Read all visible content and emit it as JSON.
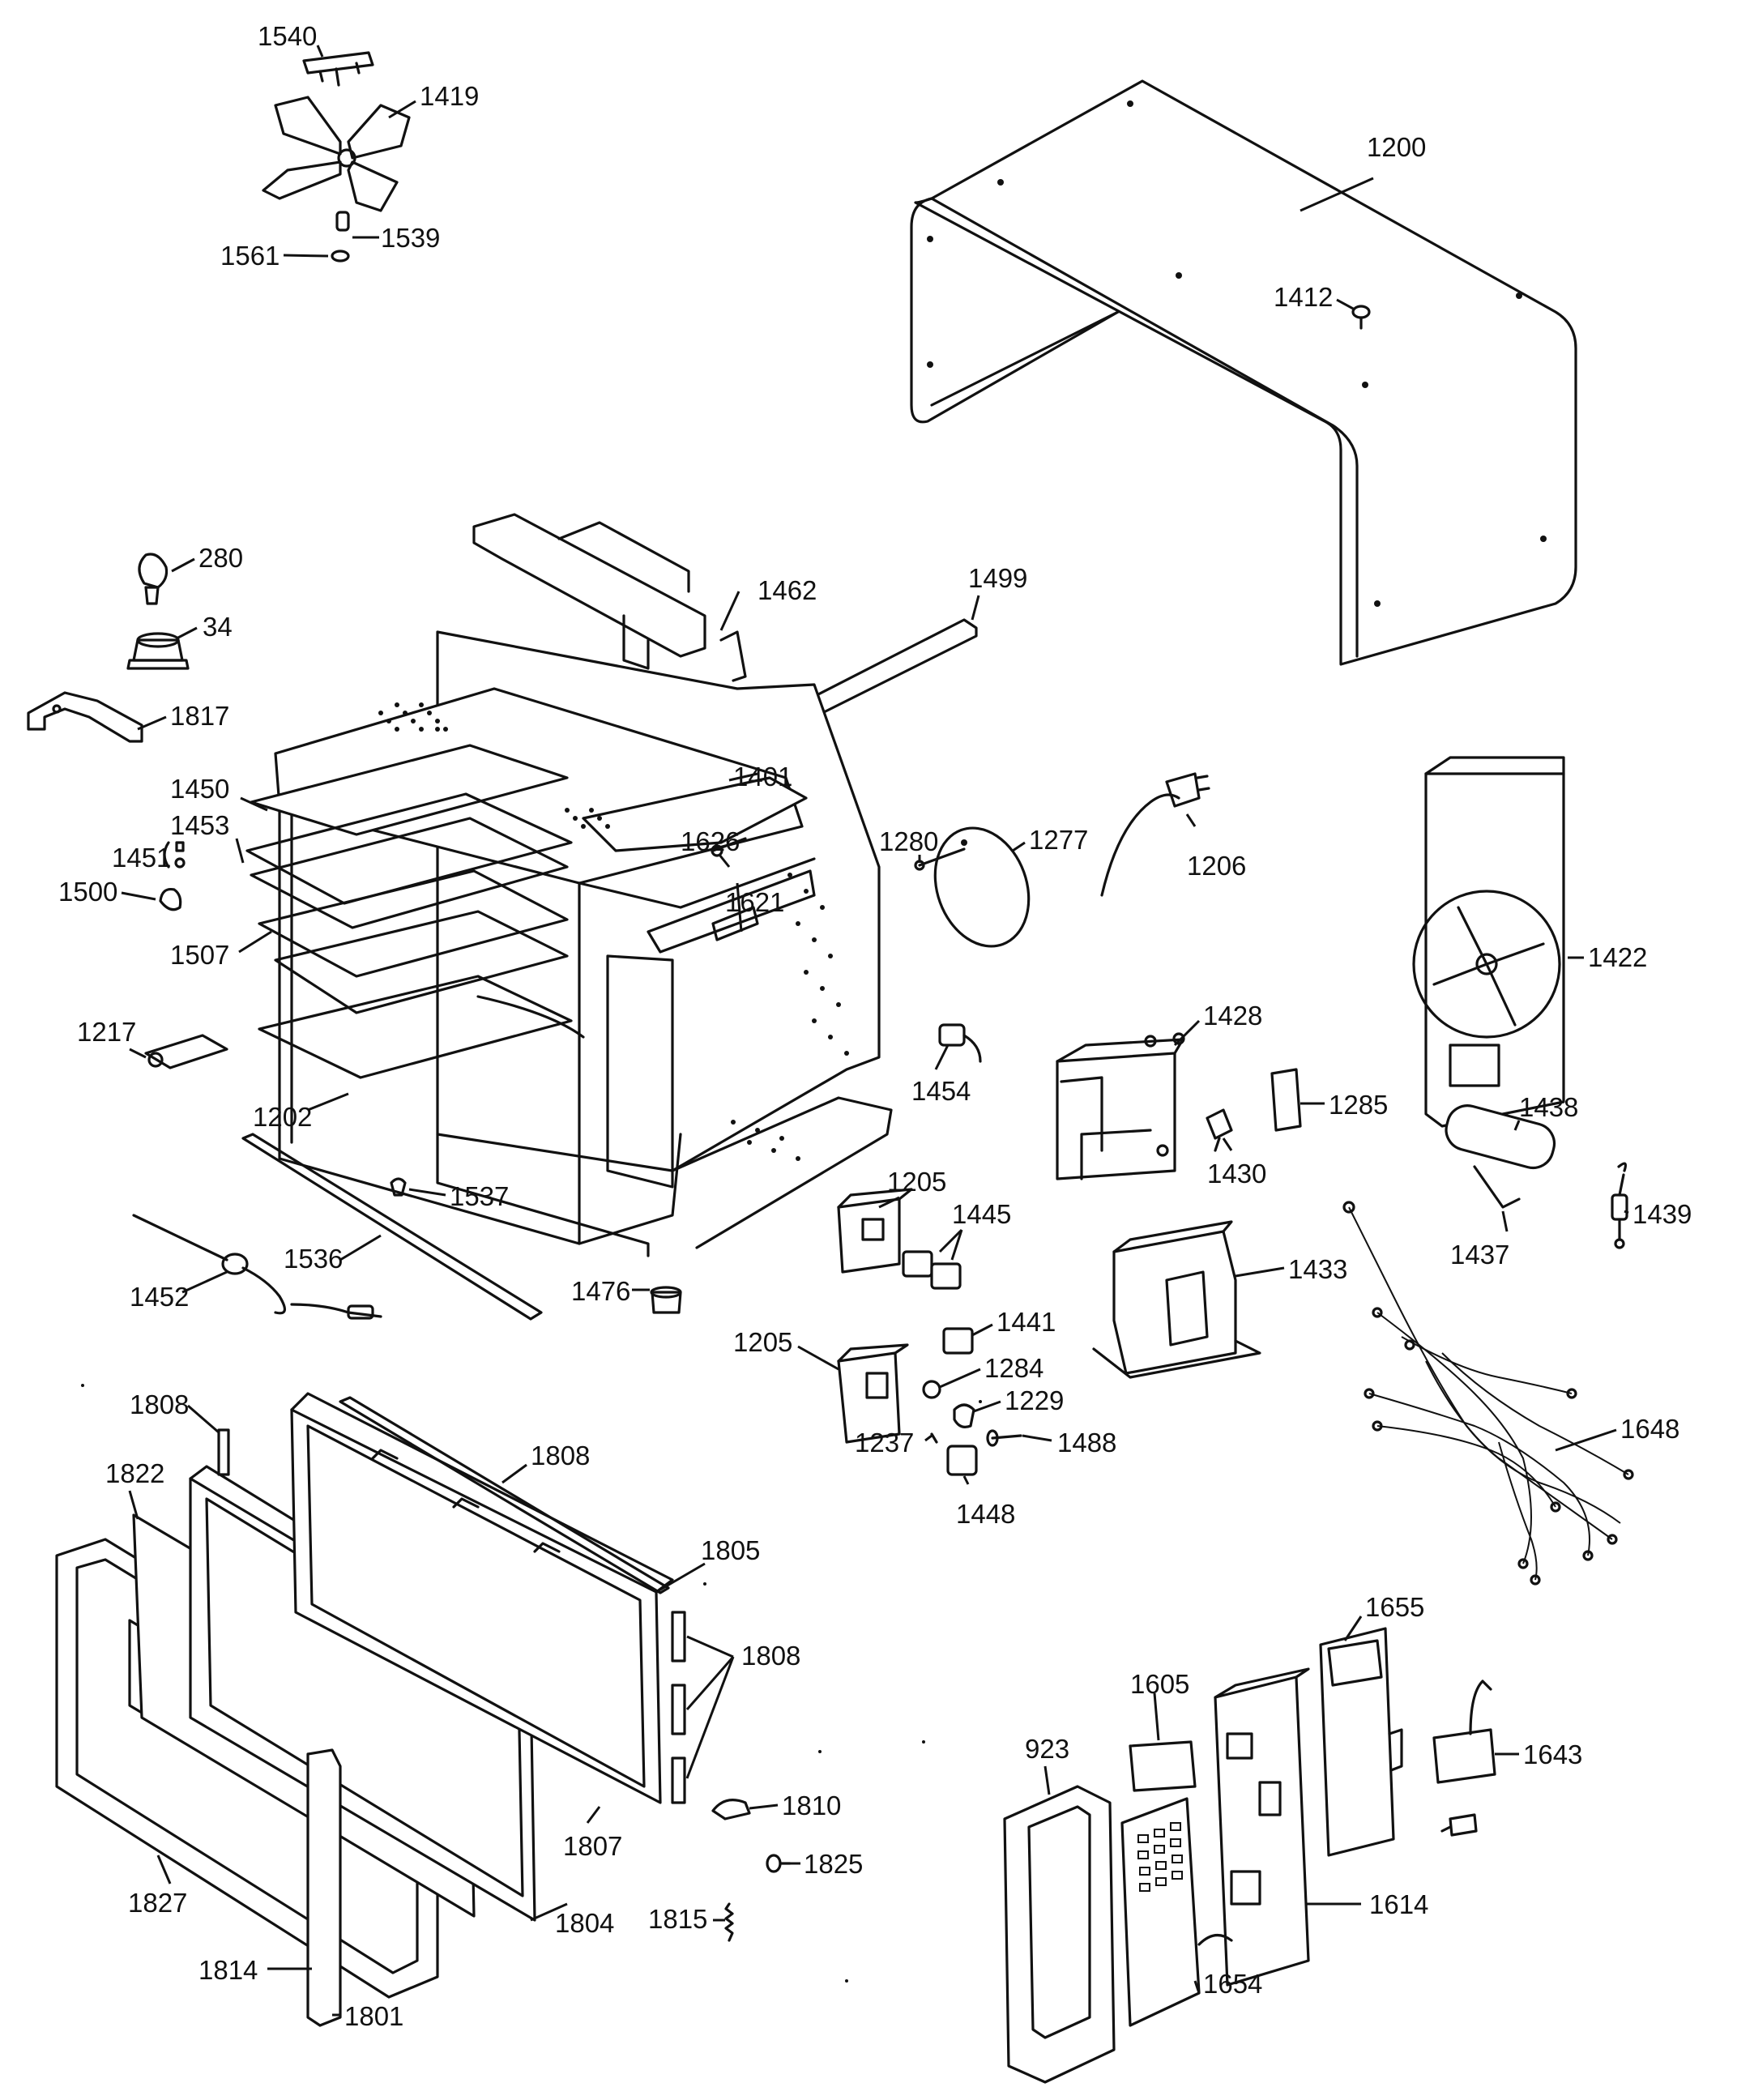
{
  "labels": [
    {
      "id": "1540",
      "text": "1540"
    },
    {
      "id": "1419",
      "text": "1419"
    },
    {
      "id": "1539",
      "text": "1539"
    },
    {
      "id": "1561",
      "text": "1561"
    },
    {
      "id": "1200",
      "text": "1200"
    },
    {
      "id": "1412",
      "text": "1412"
    },
    {
      "id": "280",
      "text": "280"
    },
    {
      "id": "34",
      "text": "34"
    },
    {
      "id": "1462",
      "text": "1462"
    },
    {
      "id": "1499",
      "text": "1499"
    },
    {
      "id": "1817",
      "text": "1817"
    },
    {
      "id": "1401",
      "text": "1401"
    },
    {
      "id": "1450",
      "text": "1450"
    },
    {
      "id": "1453",
      "text": "1453"
    },
    {
      "id": "1451",
      "text": "1451"
    },
    {
      "id": "1500",
      "text": "1500"
    },
    {
      "id": "1507",
      "text": "1507"
    },
    {
      "id": "1626",
      "text": "1626"
    },
    {
      "id": "1621",
      "text": "1621"
    },
    {
      "id": "1280",
      "text": "1280"
    },
    {
      "id": "1277",
      "text": "1277"
    },
    {
      "id": "1206",
      "text": "1206"
    },
    {
      "id": "1422",
      "text": "1422"
    },
    {
      "id": "1217",
      "text": "1217"
    },
    {
      "id": "1454",
      "text": "1454"
    },
    {
      "id": "1428",
      "text": "1428"
    },
    {
      "id": "1285",
      "text": "1285"
    },
    {
      "id": "1202",
      "text": "1202"
    },
    {
      "id": "1430",
      "text": "1430"
    },
    {
      "id": "1438",
      "text": "1438"
    },
    {
      "id": "1537",
      "text": "1537"
    },
    {
      "id": "1205a",
      "text": "1205"
    },
    {
      "id": "1445",
      "text": "1445"
    },
    {
      "id": "1437",
      "text": "1437"
    },
    {
      "id": "1439",
      "text": "1439"
    },
    {
      "id": "1536",
      "text": "1536"
    },
    {
      "id": "1433",
      "text": "1433"
    },
    {
      "id": "1452",
      "text": "1452"
    },
    {
      "id": "1476",
      "text": "1476"
    },
    {
      "id": "1441",
      "text": "1441"
    },
    {
      "id": "1205b",
      "text": "1205"
    },
    {
      "id": "1284",
      "text": "1284"
    },
    {
      "id": "1229",
      "text": "1229"
    },
    {
      "id": "1237",
      "text": "1237"
    },
    {
      "id": "1488",
      "text": "1488"
    },
    {
      "id": "1648",
      "text": "1648"
    },
    {
      "id": "1808a",
      "text": "1808"
    },
    {
      "id": "1808b",
      "text": "1808"
    },
    {
      "id": "1822",
      "text": "1822"
    },
    {
      "id": "1448",
      "text": "1448"
    },
    {
      "id": "1805",
      "text": "1805"
    },
    {
      "id": "1808c",
      "text": "1808"
    },
    {
      "id": "1655",
      "text": "1655"
    },
    {
      "id": "1605",
      "text": "1605"
    },
    {
      "id": "923",
      "text": "923"
    },
    {
      "id": "1643",
      "text": "1643"
    },
    {
      "id": "1810",
      "text": "1810"
    },
    {
      "id": "1807",
      "text": "1807"
    },
    {
      "id": "1825",
      "text": "1825"
    },
    {
      "id": "1827",
      "text": "1827"
    },
    {
      "id": "1815",
      "text": "1815"
    },
    {
      "id": "1804",
      "text": "1804"
    },
    {
      "id": "1614",
      "text": "1614"
    },
    {
      "id": "1814",
      "text": "1814"
    },
    {
      "id": "1654",
      "text": "1654"
    },
    {
      "id": "1801",
      "text": "1801"
    }
  ]
}
